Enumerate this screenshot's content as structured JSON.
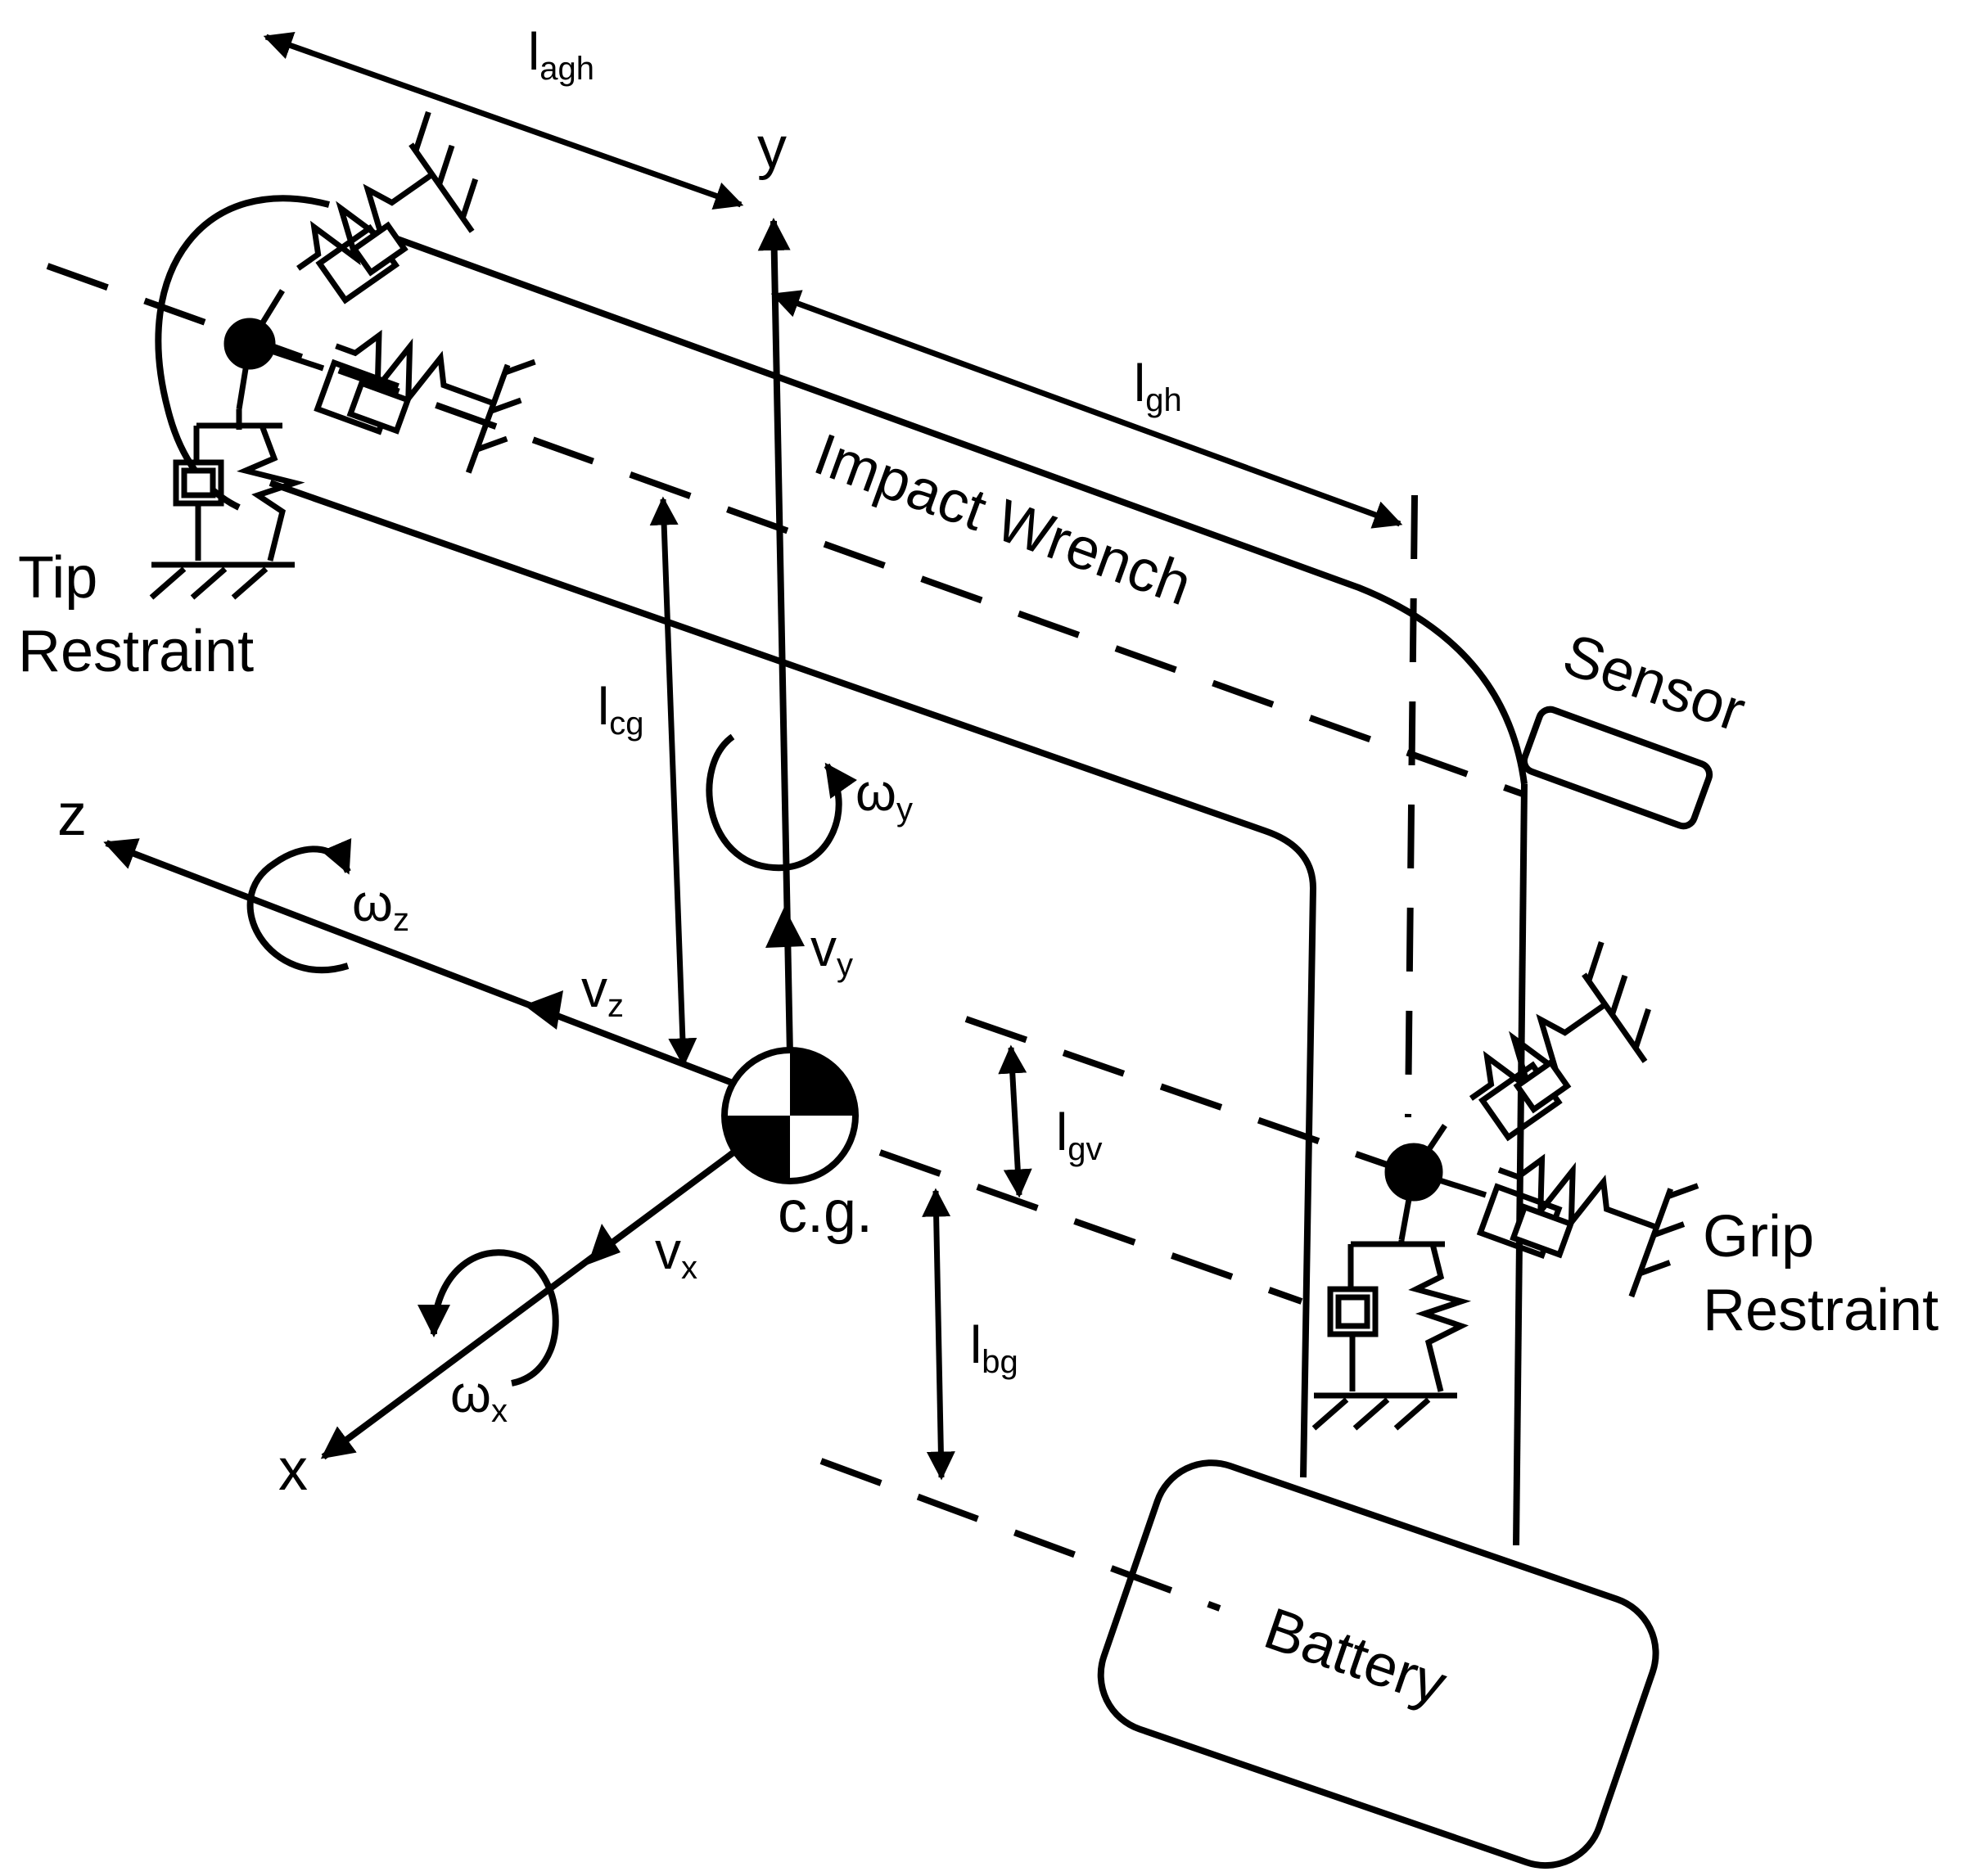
{
  "colors": {
    "ink": "#000000",
    "paper": "#ffffff"
  },
  "axes": {
    "x": "x",
    "y": "y",
    "z": "z"
  },
  "velocities": {
    "vx": {
      "base": "v",
      "sub": "x"
    },
    "vy": {
      "base": "v",
      "sub": "y"
    },
    "vz": {
      "base": "v",
      "sub": "z"
    }
  },
  "rotations": {
    "wx": {
      "base": "ω",
      "sub": "x"
    },
    "wy": {
      "base": "ω",
      "sub": "y"
    },
    "wz": {
      "base": "ω",
      "sub": "z"
    }
  },
  "dimensions": {
    "lagh": {
      "base": "l",
      "sub": "agh"
    },
    "lgh": {
      "base": "l",
      "sub": "gh"
    },
    "lcg": {
      "base": "l",
      "sub": "cg"
    },
    "lgv": {
      "base": "l",
      "sub": "gv"
    },
    "lbg": {
      "base": "l",
      "sub": "bg"
    }
  },
  "labels": {
    "cg": "c.g.",
    "impact_wrench": "Impact Wrench",
    "sensor": "Sensor",
    "battery": "Battery",
    "tip_restraint": [
      "Tip",
      "Restraint"
    ],
    "grip_restraint": [
      "Grip",
      "Restraint"
    ]
  }
}
